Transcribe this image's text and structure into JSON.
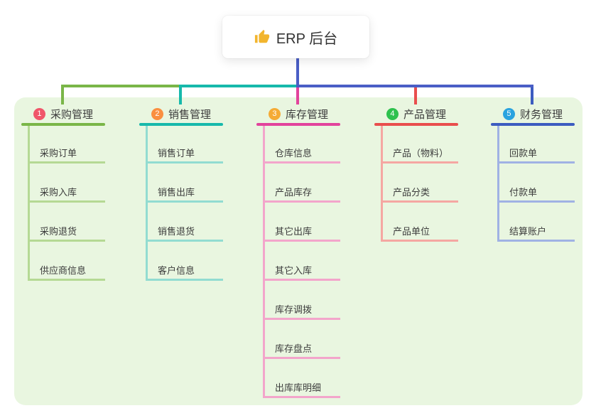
{
  "root": {
    "label": "ERP 后台",
    "icon": "thumbs-up-icon",
    "icon_color": "#f2b52e",
    "connector_color": "#4a5ec6"
  },
  "canvas": {
    "background": "#ffffff",
    "panel_background": "#e9f6e0"
  },
  "branches": [
    {
      "badge": "1",
      "label": "采购管理",
      "badge_color": "#f0566a",
      "line_color": "#7ab648",
      "child_line_color": "#b5d994",
      "children": [
        "采购订单",
        "采购入库",
        "采购退货",
        "供应商信息"
      ]
    },
    {
      "badge": "2",
      "label": "销售管理",
      "badge_color": "#fa8f40",
      "line_color": "#17b9ab",
      "child_line_color": "#92dcd1",
      "children": [
        "销售订单",
        "销售出库",
        "销售退货",
        "客户信息"
      ]
    },
    {
      "badge": "3",
      "label": "库存管理",
      "badge_color": "#f5ab35",
      "line_color": "#e2439c",
      "child_line_color": "#f3a5cb",
      "children": [
        "仓库信息",
        "产品库存",
        "其它出库",
        "其它入库",
        "库存调拨",
        "库存盘点",
        "出库库明细"
      ]
    },
    {
      "badge": "4",
      "label": "产品管理",
      "badge_color": "#2ec14e",
      "line_color": "#e94e4d",
      "child_line_color": "#f5a7a2",
      "children": [
        "产品（物料）",
        "产品分类",
        "产品单位"
      ]
    },
    {
      "badge": "5",
      "label": "财务管理",
      "badge_color": "#2aa3df",
      "line_color": "#3c5cc0",
      "child_line_color": "#a0b2e4",
      "children": [
        "回款单",
        "付款单",
        "结算账户"
      ]
    }
  ]
}
